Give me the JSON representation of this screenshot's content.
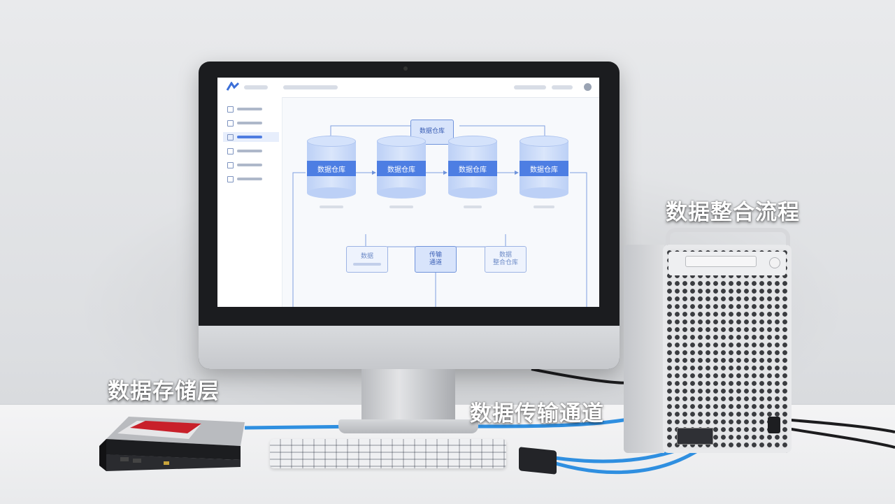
{
  "labels": {
    "storage_layer": "数据存储层",
    "transfer_channel": "数据传输通道",
    "integration_flow": "数据整合流程"
  },
  "screen": {
    "top_node": "数据仓库",
    "cylinders": [
      {
        "band": "数据仓库"
      },
      {
        "band": "数据仓库"
      },
      {
        "band": "数据仓库"
      },
      {
        "band": "数据仓库"
      }
    ],
    "bottom_nodes": [
      {
        "line1": "数据",
        "line2": ""
      },
      {
        "line1": "传输",
        "line2": "通道"
      },
      {
        "line1": "数据",
        "line2": "整合仓库"
      }
    ]
  },
  "colors": {
    "accent": "#4d7ee3",
    "cable": "#2f8fe0"
  },
  "icons": {
    "screen_logo": "logo-icon",
    "sidebar": [
      "file-icon",
      "file-icon",
      "file-icon",
      "file-icon",
      "file-icon"
    ]
  }
}
